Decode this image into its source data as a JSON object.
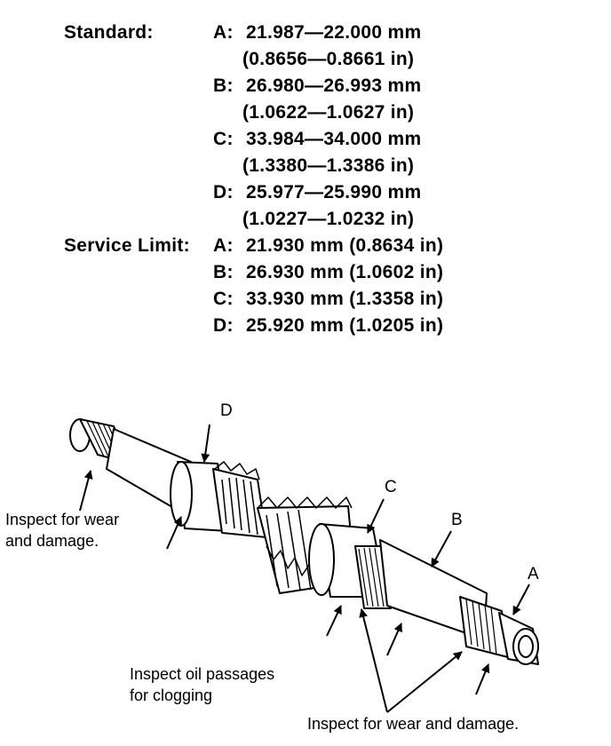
{
  "specs": {
    "standard": {
      "heading": "Standard:",
      "rows": [
        {
          "letter": "A:",
          "range": "21.987—22.000 mm",
          "inches": "(0.8656—0.8661 in)"
        },
        {
          "letter": "B:",
          "range": "26.980—26.993 mm",
          "inches": "(1.0622—1.0627 in)"
        },
        {
          "letter": "C:",
          "range": "33.984—34.000 mm",
          "inches": "(1.3380—1.3386 in)"
        },
        {
          "letter": "D:",
          "range": "25.977—25.990 mm",
          "inches": "(1.0227—1.0232 in)"
        }
      ]
    },
    "service_limit": {
      "heading": "Service Limit:",
      "rows": [
        {
          "letter": "A:",
          "value": "21.930 mm (0.8634 in)"
        },
        {
          "letter": "B:",
          "value": "26.930 mm (1.0602 in)"
        },
        {
          "letter": "C:",
          "value": "33.930 mm (1.3358 in)"
        },
        {
          "letter": "D:",
          "value": "25.920 mm (1.0205 in)"
        }
      ]
    }
  },
  "diagram": {
    "point_labels": {
      "a": "A",
      "b": "B",
      "c": "C",
      "d": "D"
    },
    "callouts": {
      "left_line1": "Inspect for wear",
      "left_line2": "and damage.",
      "oil_line1": "Inspect oil passages",
      "oil_line2": "for clogging",
      "bottom": "Inspect for wear and damage."
    }
  }
}
